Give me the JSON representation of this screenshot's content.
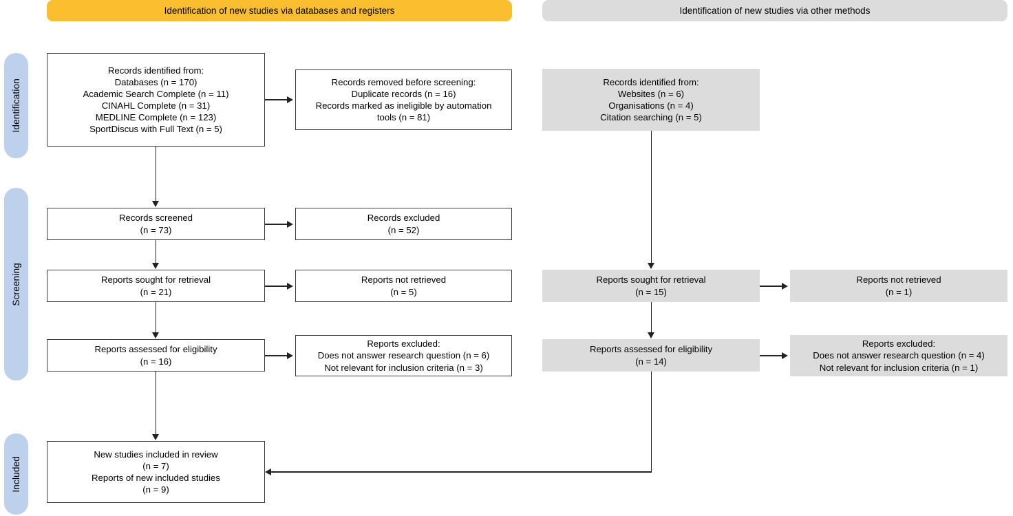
{
  "banners": {
    "databases": "Identification of new studies via databases and registers",
    "other": "Identification of new studies via other methods"
  },
  "stages": {
    "identification": "Identification",
    "screening": "Screening",
    "included": "Included"
  },
  "colors": {
    "banner_databases": "#FBBE2E",
    "banner_other": "#DCDCDC",
    "stage_pill": "#BDD0EC",
    "gray_box": "#DCDCDC",
    "box_border": "#3a3a3a",
    "connector": "#222222"
  },
  "boxes": {
    "records_identified_db": {
      "lines": [
        "Records identified from:",
        "Databases (n = 170)",
        "Academic Search Complete (n = 11)",
        "CINAHL Complete (n = 31)",
        "MEDLINE Complete (n = 123)",
        "SportDiscus with Full Text (n = 5)"
      ]
    },
    "records_removed": {
      "lines": [
        "Records removed before screening:",
        "Duplicate records (n = 16)",
        "Records marked as ineligible by automation",
        "tools (n = 81)"
      ]
    },
    "records_identified_other": {
      "lines": [
        "Records identified from:",
        "Websites (n = 6)",
        "Organisations (n = 4)",
        "Citation searching (n = 5)"
      ]
    },
    "records_screened": {
      "lines": [
        "Records screened",
        "(n = 73)"
      ]
    },
    "records_excluded": {
      "lines": [
        "Records excluded",
        "(n = 52)"
      ]
    },
    "reports_sought_db": {
      "lines": [
        "Reports sought for retrieval",
        "(n = 21)"
      ]
    },
    "reports_not_retrieved_db": {
      "lines": [
        "Reports not retrieved",
        "(n = 5)"
      ]
    },
    "reports_sought_other": {
      "lines": [
        "Reports sought for retrieval",
        "(n = 15)"
      ]
    },
    "reports_not_retrieved_other": {
      "lines": [
        "Reports not retrieved",
        "(n = 1)"
      ]
    },
    "reports_assessed_db": {
      "lines": [
        "Reports assessed for eligibility",
        "(n = 16)"
      ]
    },
    "reports_excluded_db": {
      "lines": [
        "Reports excluded:",
        "Does not answer research question (n = 6)",
        "Not relevant for inclusion criteria (n = 3)"
      ]
    },
    "reports_assessed_other": {
      "lines": [
        "Reports assessed for eligibility",
        "(n = 14)"
      ]
    },
    "reports_excluded_other": {
      "lines": [
        "Reports excluded:",
        "Does not answer research question (n = 4)",
        "Not relevant for inclusion criteria (n = 1)"
      ]
    },
    "new_studies_included": {
      "lines": [
        "New studies included in review",
        "(n = 7)",
        "Reports of new included studies",
        "(n = 9)"
      ]
    }
  }
}
